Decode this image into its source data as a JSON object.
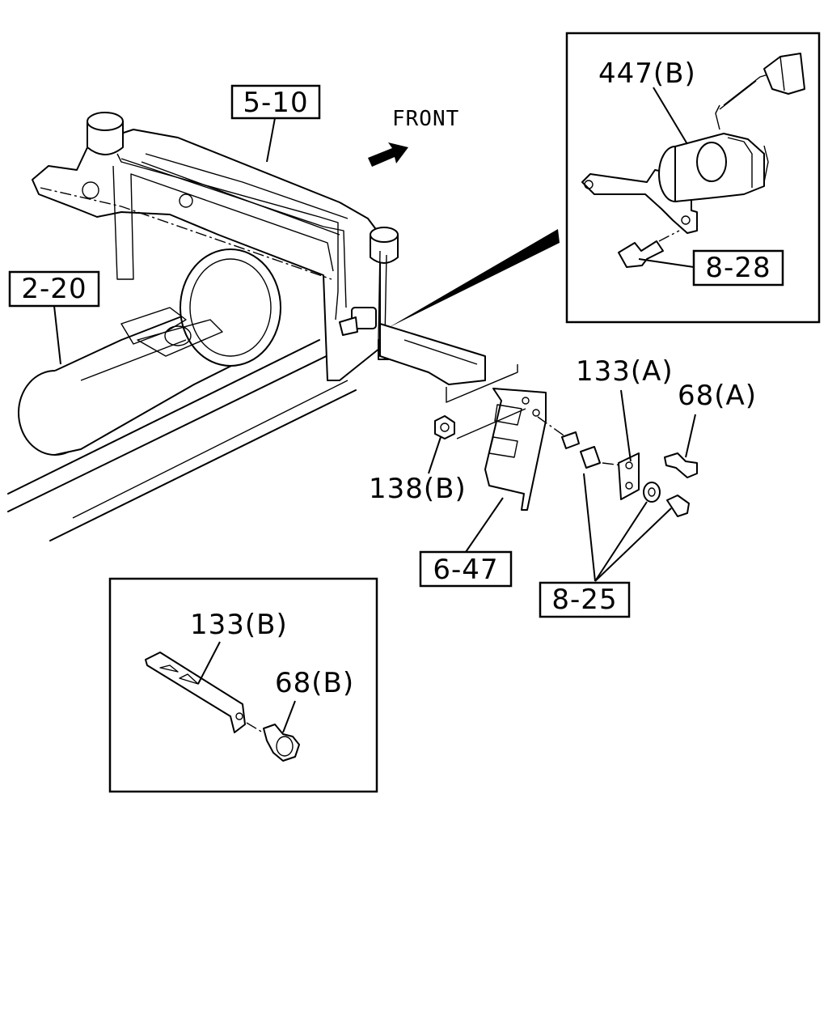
{
  "labels": {
    "ref_5_10": "5-10",
    "ref_2_20": "2-20",
    "ref_6_47": "6-47",
    "ref_8_25": "8-25",
    "ref_8_28": "8-28",
    "part_447b": "447(B)",
    "part_133a": "133(A)",
    "part_68a": "68(A)",
    "part_138b": "138(B)",
    "part_133b": "133(B)",
    "part_68b": "68(B)",
    "front": "FRONT"
  }
}
